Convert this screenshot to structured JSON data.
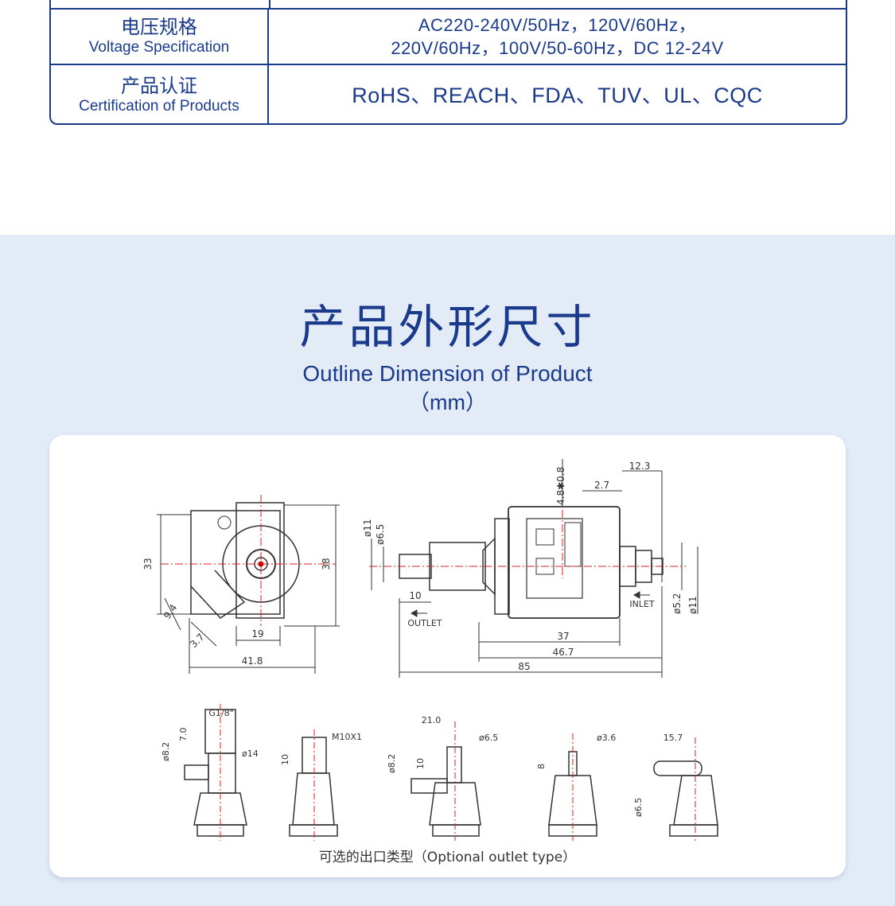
{
  "spec_table": {
    "voltage": {
      "label_cn": "电压规格",
      "label_en": "Voltage Specification",
      "value_line1": "AC220-240V/50Hz，120V/60Hz，",
      "value_line2": "220V/60Hz，100V/50-60Hz，DC 12-24V"
    },
    "certification": {
      "label_cn": "产品认证",
      "label_en": "Certification of Products",
      "value": "RoHS、REACH、FDA、TUV、UL、CQC"
    }
  },
  "dimension": {
    "title_cn": "产品外形尺寸",
    "title_en": "Outline Dimension of Product",
    "unit": "（mm）",
    "caption": "可选的出口类型（Optional outlet type）",
    "labels": {
      "d33": "33",
      "d38": "38",
      "d94": "9.4",
      "d37a": "3.7",
      "d19": "19",
      "d418": "41.8",
      "d11a": "ø11",
      "d65a": "ø6.5",
      "d48": "4.8✱0.8",
      "d27": "2.7",
      "d123": "12.3",
      "d10a": "10",
      "outlet": "OUTLET",
      "inlet": "INLET",
      "d52": "ø5.2",
      "d11b": "ø11",
      "d37b": "37",
      "d467": "46.7",
      "d85": "85",
      "g18": "G1/8\"",
      "d70": "7.0",
      "d82a": "ø8.2",
      "d14": "ø14",
      "m10": "M10X1",
      "d10b": "10",
      "d210": "21.0",
      "d65b": "ø6.5",
      "d82b": "ø8.2",
      "d10c": "10",
      "d36": "ø3.6",
      "d8": "8",
      "d157": "15.7",
      "d65c": "ø6.5"
    }
  }
}
